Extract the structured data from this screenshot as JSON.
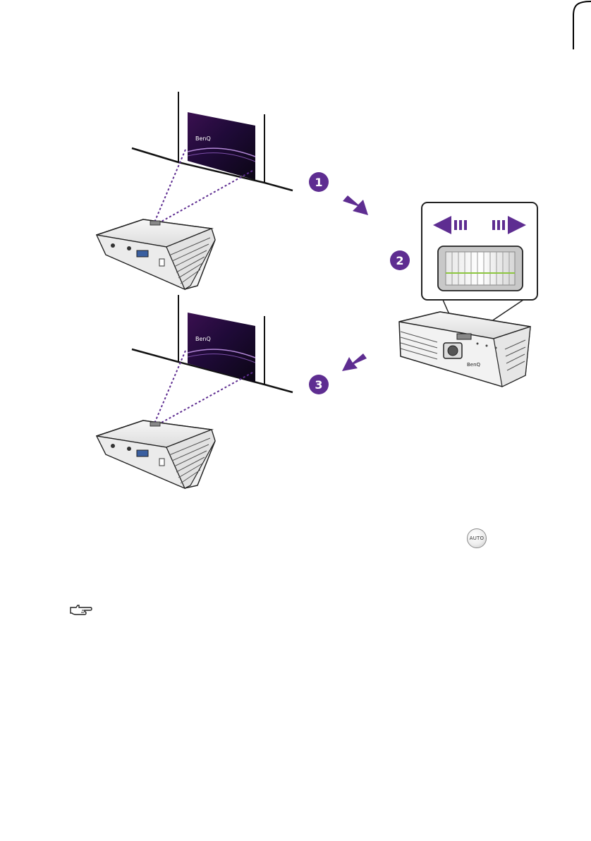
{
  "figure": {
    "screen_logo": "BenQ",
    "projector_logo": "BenQ",
    "steps": [
      {
        "label": "1"
      },
      {
        "label": "2"
      },
      {
        "label": "3"
      }
    ],
    "accent_color": "#6b2d8f",
    "focus_indicator_color": "#8cc63f"
  },
  "auto_button": {
    "label": "AUTO"
  },
  "icons": [
    "note-hand-icon",
    "auto-button-icon"
  ]
}
